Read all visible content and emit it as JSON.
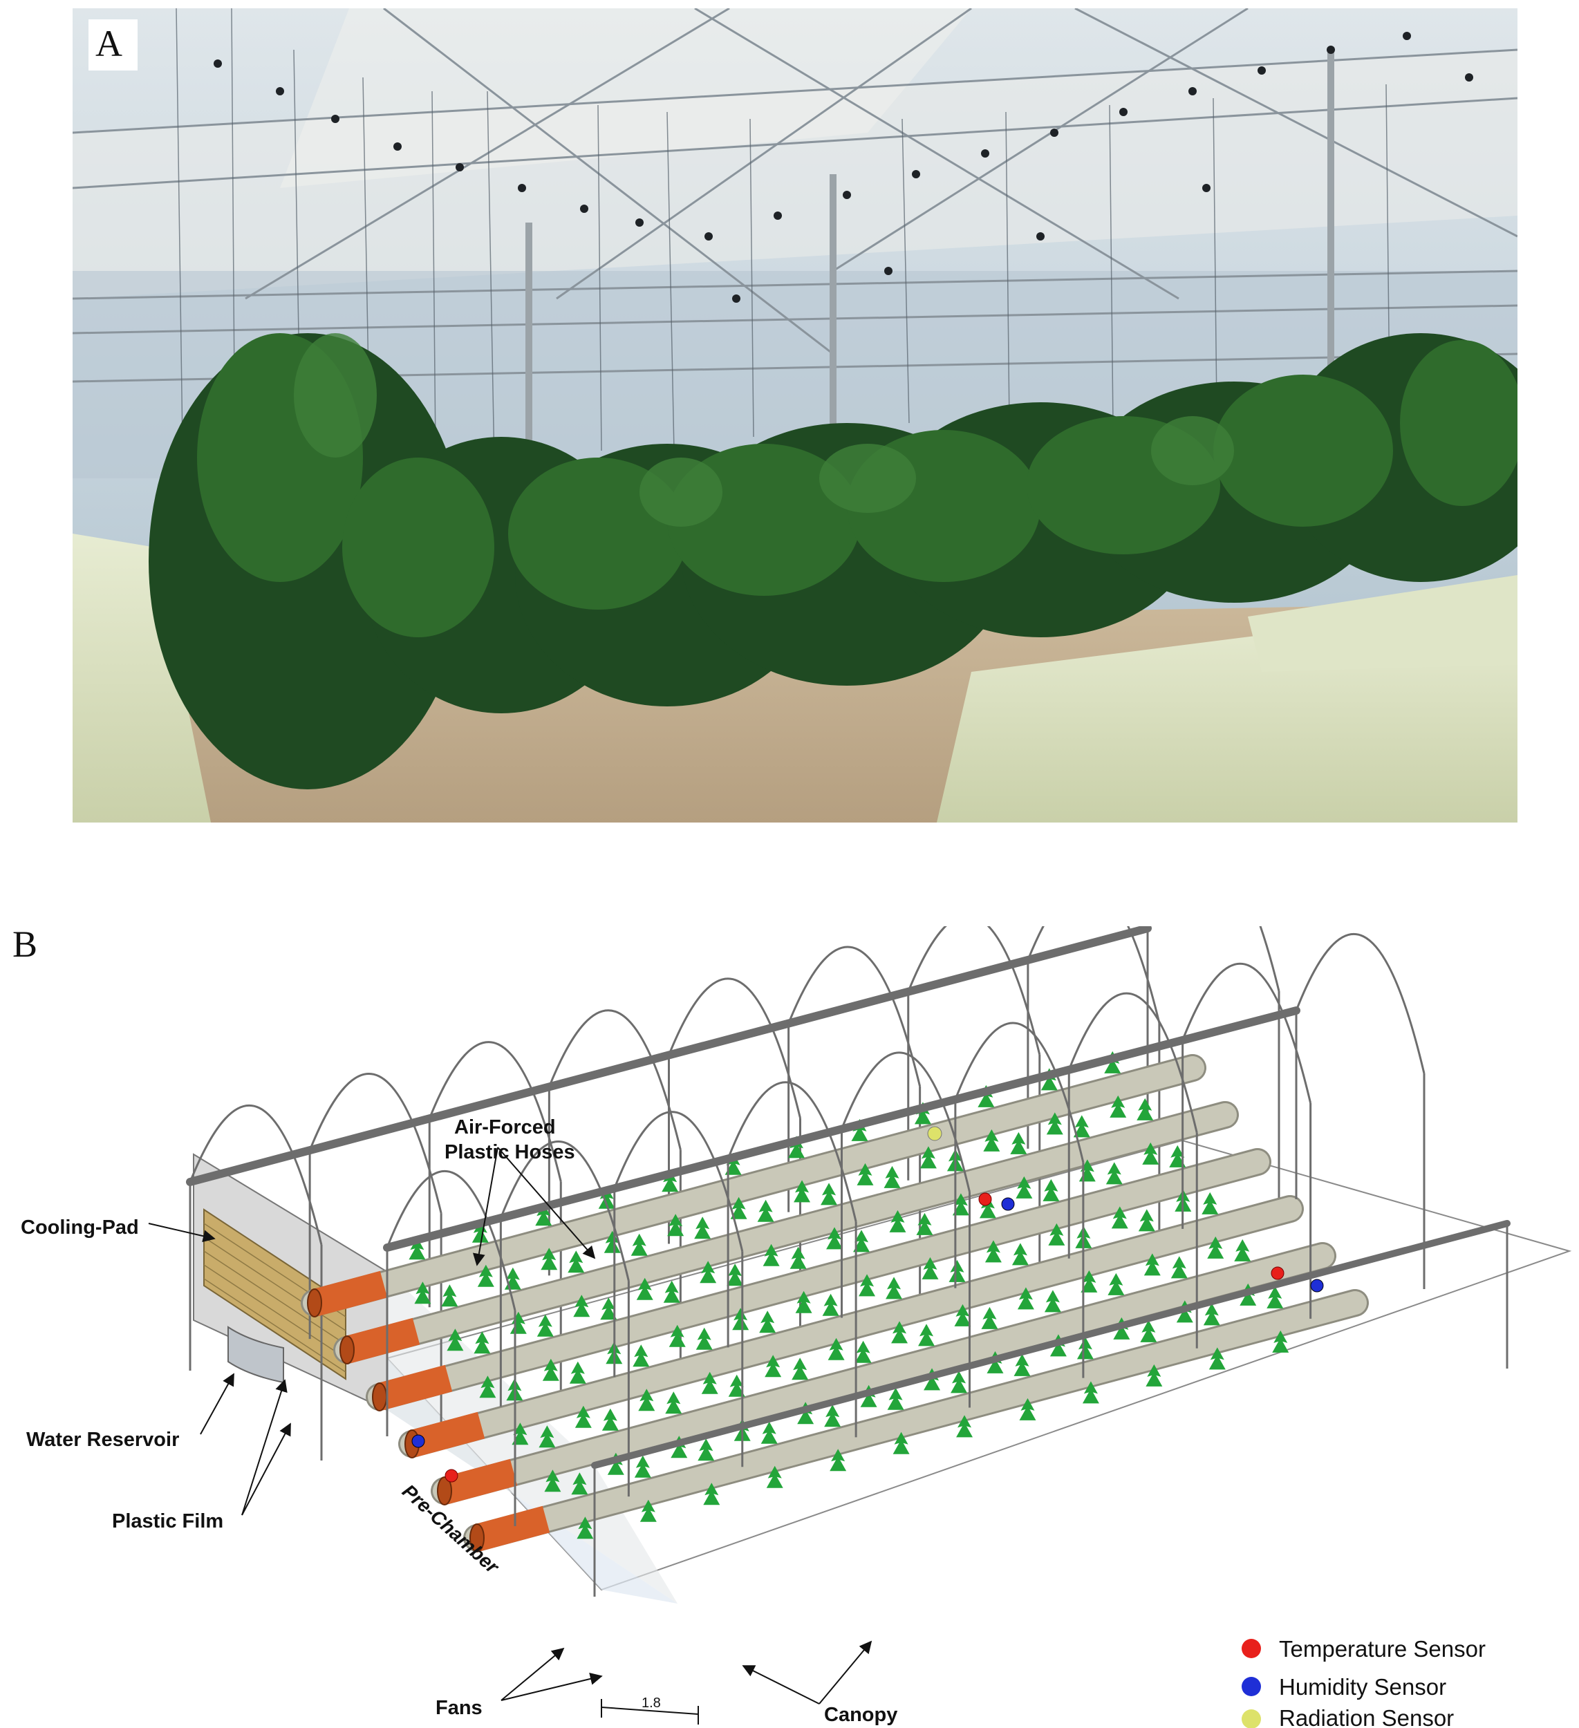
{
  "panels": {
    "a": {
      "letter": "A"
    },
    "b": {
      "letter": "B"
    }
  },
  "diagram": {
    "labels": {
      "air_forced_line1": "Air-Forced",
      "air_forced_line2": "Plastic Hoses",
      "cooling_pad": "Cooling-Pad",
      "water_reservoir": "Water Reservoir",
      "plastic_film": "Plastic Film",
      "pre_chamber": "Pre-Chamber",
      "fans": "Fans",
      "canopy": "Canopy",
      "dimension": "1.8"
    },
    "legend": [
      {
        "label": "Temperature Sensor",
        "color": "#e8201b"
      },
      {
        "label": "Humidity Sensor",
        "color": "#1f2fd6"
      },
      {
        "label": "Radiation Sensor",
        "color": "#dde26a"
      }
    ]
  },
  "colors": {
    "plant": "#23a53a",
    "hose": "#c9c8b8",
    "fan": "#d9622a",
    "pad": "#c9ac6a",
    "frame": "#6d6d6d"
  }
}
